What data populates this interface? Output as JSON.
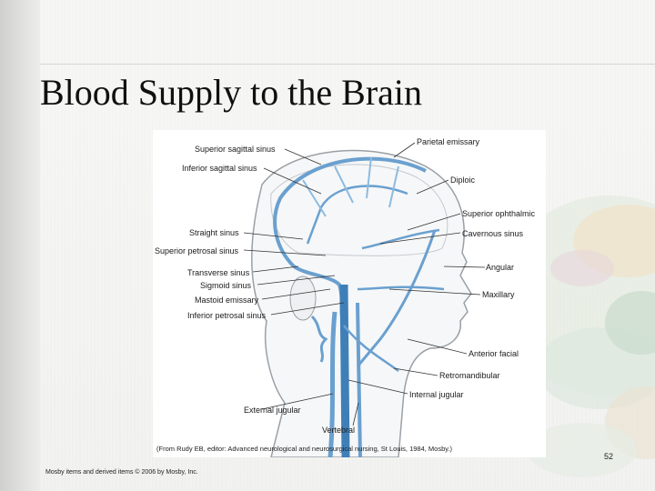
{
  "slide": {
    "title": "Blood Supply to the Brain",
    "page_number": "52",
    "footer": "Mosby items and derived items © 2006 by Mosby, Inc."
  },
  "figure": {
    "labels_left": [
      "Superior sagittal sinus",
      "Inferior sagittal sinus",
      "Straight sinus",
      "Superior petrosal sinus",
      "Transverse sinus",
      "Sigmoid sinus",
      "Mastoid emissary",
      "Inferior petrosal sinus",
      "External jugular"
    ],
    "labels_right": [
      "Parietal emissary",
      "Diploic",
      "Superior ophthalmic",
      "Cavernous sinus",
      "Angular",
      "Maxillary",
      "Anterior facial",
      "Retromandibular",
      "Internal jugular"
    ],
    "label_bottom": "Vertebral",
    "credit": "(From Rudy EB, editor: Advanced neurological and neurosurgical nursing, St Louis, 1984, Mosby.)"
  },
  "colors": {
    "vein": "#6aa0cf",
    "vein_dark": "#3f7fb8",
    "outline": "#9aa0a6"
  }
}
